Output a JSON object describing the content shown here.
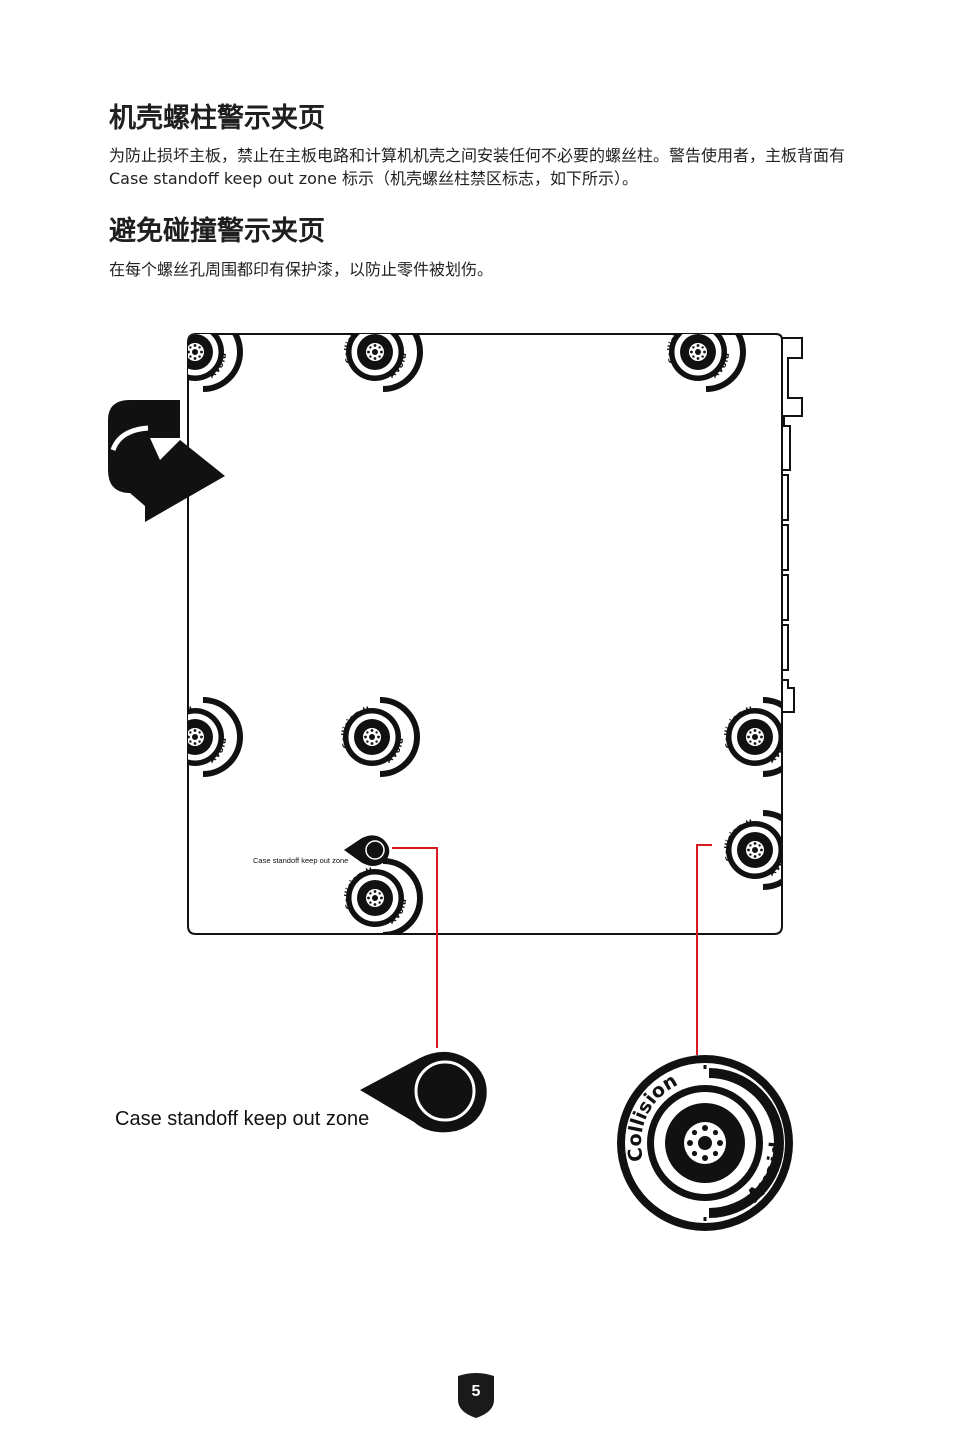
{
  "section1": {
    "title": "机壳螺柱警示夹页",
    "body": "为防止损坏主板，禁止在主板电路和计算机机壳之间安装任何不必要的螺丝柱。警告使用者，主板背面有 Case standoff keep out zone 标示（机壳螺丝柱禁区标志，如下所示）。"
  },
  "section2": {
    "title": "避免碰撞警示夹页",
    "body": "在每个螺丝孔周围都印有保护漆，以防止零件被划伤。"
  },
  "diagram": {
    "keepout_label_small": "Case standoff keep out zone",
    "keepout_label_large": "Case standoff keep out zone",
    "badge_top_text": "Collision",
    "badge_bottom_text": "Avoid",
    "accent_color": "#d71920"
  },
  "page": {
    "number": "5"
  }
}
